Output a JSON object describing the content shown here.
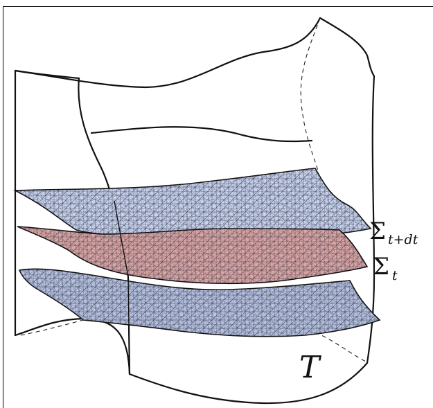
{
  "labels": {
    "sigma_symbol": "Σ",
    "upper_subscript": "t+dt",
    "middle_subscript": "t",
    "region": "T"
  },
  "colors": {
    "upper_slice_fill": "#c9d3ee",
    "middle_slice_fill": "#dba6a6",
    "lower_slice_fill": "#b8c3e2",
    "mesh_stroke": "#1c2230",
    "outline": "#111111"
  }
}
